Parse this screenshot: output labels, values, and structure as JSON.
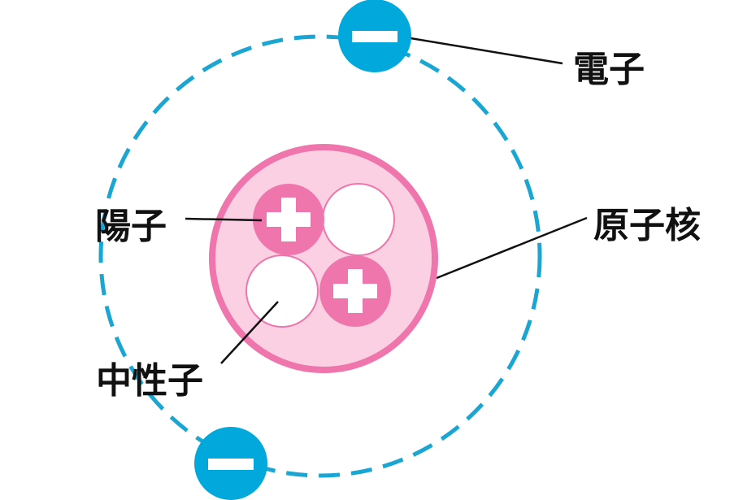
{
  "labels": {
    "electron": "電子",
    "nucleus": "原子核",
    "proton": "陽子",
    "neutron": "中性子"
  },
  "symbols": {
    "electron_charge": "minus-sign",
    "proton_charge": "plus-sign"
  },
  "colors": {
    "orbit": "#1aa6d2",
    "electron": "#00a8dc",
    "nucleus_fill": "#fbd0e3",
    "nucleus_stroke": "#ef76ad",
    "proton": "#ef76ad",
    "neutron_fill": "#ffffff",
    "neutron_stroke": "#ef76ad",
    "leader_line": "#111111",
    "label": "#111111"
  }
}
